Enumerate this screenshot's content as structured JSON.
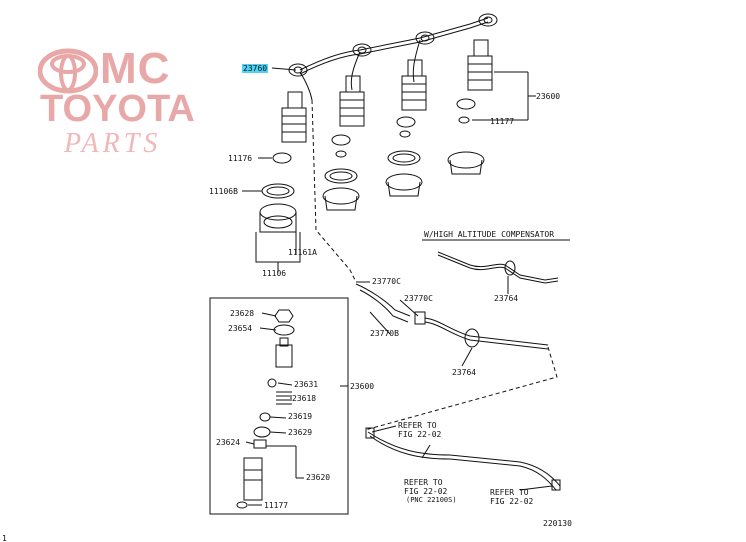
{
  "logo": {
    "mc": "MC",
    "toyota": "TOYOTA",
    "parts": "PARTS"
  },
  "labels": {
    "p23760": "23760",
    "p23600a": "23600",
    "p11177a": "11177",
    "p11176": "11176",
    "p11106b": "11106B",
    "p11161a": "11161A",
    "p11106": "11106",
    "compensator": "W/HIGH ALTITUDE COMPENSATOR",
    "p23764a": "23764",
    "p23770c_a": "23770C",
    "p23770c_b": "23770C",
    "p23770b": "23770B",
    "p23764b": "23764",
    "p23628": "23628",
    "p23654": "23654",
    "p23631": "23631",
    "p23618": "23618",
    "p23619": "23619",
    "p23629": "23629",
    "p23600b": "23600",
    "p23624": "23624",
    "p23620": "23620",
    "p11177b": "11177",
    "refer1_line1": "REFER TO",
    "refer1_line2": "FIG 22-02",
    "refer2_line1": "REFER TO",
    "refer2_line2": "FIG 22-02",
    "refer2_line3": "(PNC 22100S)",
    "refer3_line1": "REFER TO",
    "refer3_line2": "FIG 22-02",
    "figcode": "220130",
    "corner_mark": "1"
  },
  "colors": {
    "highlight": "#4fd3f5",
    "logo": "#e9a8a8"
  }
}
